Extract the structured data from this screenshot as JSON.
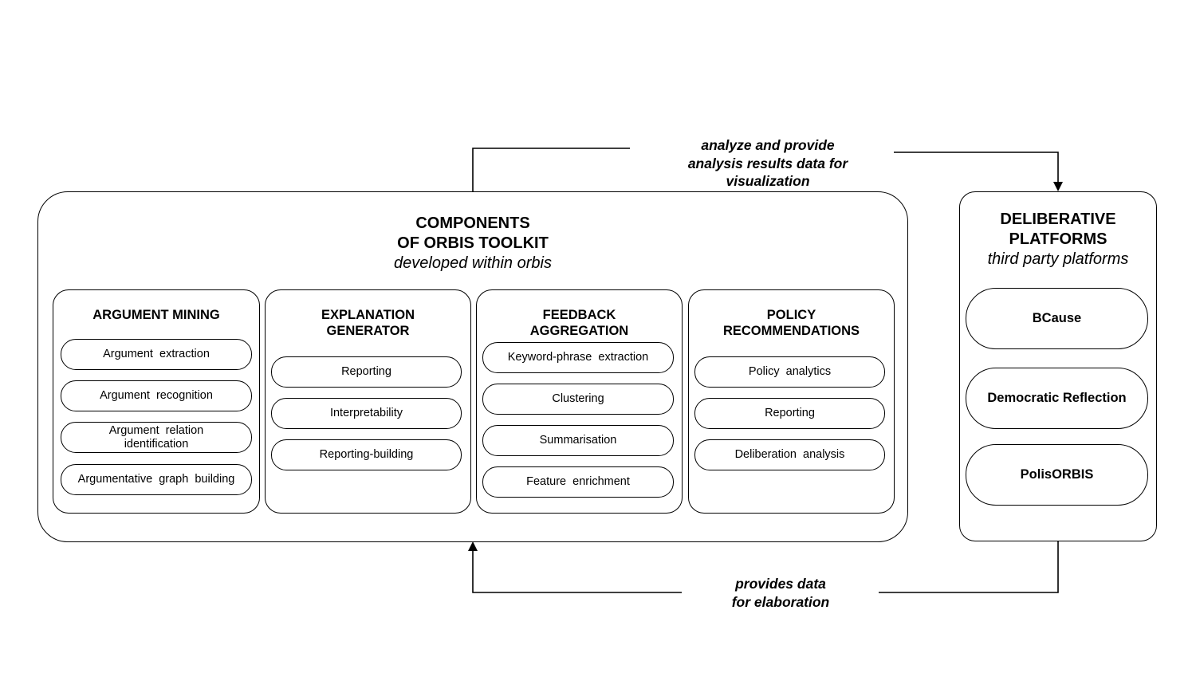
{
  "toolkit": {
    "title_lines": [
      "COMPONENTS",
      "OF ORBIS TOOLKIT"
    ],
    "subtitle": "developed within orbis",
    "columns": [
      {
        "title_lines": [
          "ARGUMENT MINING"
        ],
        "items": [
          [
            "Argument  extraction"
          ],
          [
            "Argument  recognition"
          ],
          [
            "Argument  relation",
            "identification"
          ],
          [
            "Argumentative  graph  building"
          ]
        ]
      },
      {
        "title_lines": [
          "EXPLANATION",
          "GENERATOR"
        ],
        "items": [
          [
            "Reporting"
          ],
          [
            "Interpretability"
          ],
          [
            "Reporting-building"
          ]
        ]
      },
      {
        "title_lines": [
          "FEEDBACK",
          "AGGREGATION"
        ],
        "items": [
          [
            "Keyword-phrase  extraction"
          ],
          [
            "Clustering"
          ],
          [
            "Summarisation"
          ],
          [
            "Feature  enrichment"
          ]
        ]
      },
      {
        "title_lines": [
          "POLICY",
          "RECOMMENDATIONS"
        ],
        "items": [
          [
            "Policy  analytics"
          ],
          [
            "Reporting"
          ],
          [
            "Deliberation  analysis"
          ]
        ]
      }
    ]
  },
  "platforms": {
    "title_lines": [
      "DELIBERATIVE",
      "PLATFORMS"
    ],
    "subtitle": "third party platforms",
    "items": [
      "BCause",
      "Democratic Reflection",
      "PolisORBIS"
    ]
  },
  "flows": {
    "top_label_lines": [
      "analyze and provide",
      "analysis results data for",
      "visualization"
    ],
    "bottom_label_lines": [
      "provides data",
      "for elaboration"
    ]
  }
}
